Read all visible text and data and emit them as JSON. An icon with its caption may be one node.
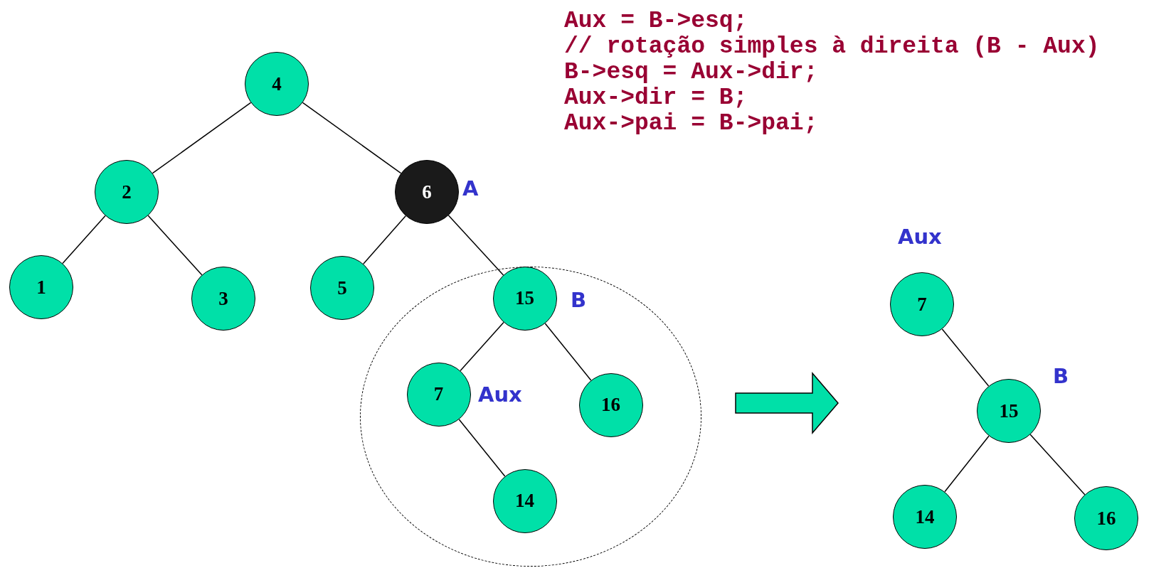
{
  "diagram": {
    "nodes": [
      {
        "text": [
          "4"
        ]
      },
      {
        "text": [
          "2"
        ]
      },
      {
        "text": [
          "6"
        ],
        "beside": [
          "A"
        ]
      },
      {
        "text": [
          "1"
        ]
      },
      {
        "text": [
          "3"
        ]
      },
      {
        "text": [
          "5"
        ]
      },
      {
        "text": [],
        "shape": "circle"
      },
      {
        "text": [
          "15"
        ],
        "beside": [
          "B"
        ],
        "in": 6
      },
      {
        "text": [
          "7"
        ],
        "beside": [
          "Aux"
        ],
        "in": 6
      },
      {
        "text": [
          "16"
        ],
        "in": 6
      },
      {
        "text": [
          "14"
        ],
        "in": 6
      },
      {
        "text": [
          "7"
        ],
        "beside": [
          "Aux"
        ]
      },
      {
        "text": [
          "15"
        ],
        "beside": [
          "B"
        ]
      },
      {
        "text": [
          "14"
        ]
      },
      {
        "text": [
          "16"
        ]
      }
    ],
    "edges": [
      {
        "from": 0,
        "to": 1,
        "arrow": "none"
      },
      {
        "from": 0,
        "to": 2,
        "arrow": "none"
      },
      {
        "from": 1,
        "to": 3,
        "arrow": "none"
      },
      {
        "from": 1,
        "to": 4,
        "arrow": "none"
      },
      {
        "from": 2,
        "to": 5,
        "arrow": "none"
      },
      {
        "from": 2,
        "to": 7,
        "arrow": "none"
      },
      {
        "from": 7,
        "to": 8,
        "arrow": "none"
      },
      {
        "from": 7,
        "to": 9,
        "arrow": "none"
      },
      {
        "from": 8,
        "to": 10,
        "arrow": "none"
      },
      {
        "from": 6,
        "to": null,
        "arrow": "to",
        "style": "thick",
        "color": "#00e0a8"
      },
      {
        "from": 11,
        "to": 12,
        "arrow": "none"
      },
      {
        "from": 12,
        "to": 13,
        "arrow": "none"
      },
      {
        "from": 12,
        "to": 14,
        "arrow": "none"
      }
    ],
    "labels": [
      "Aux = B->esq;",
      "// rotação simples à direita (B - Aux)",
      "B->esq = Aux->dir;",
      "Aux->dir = B;",
      "Aux->pai = B->pai;"
    ]
  }
}
